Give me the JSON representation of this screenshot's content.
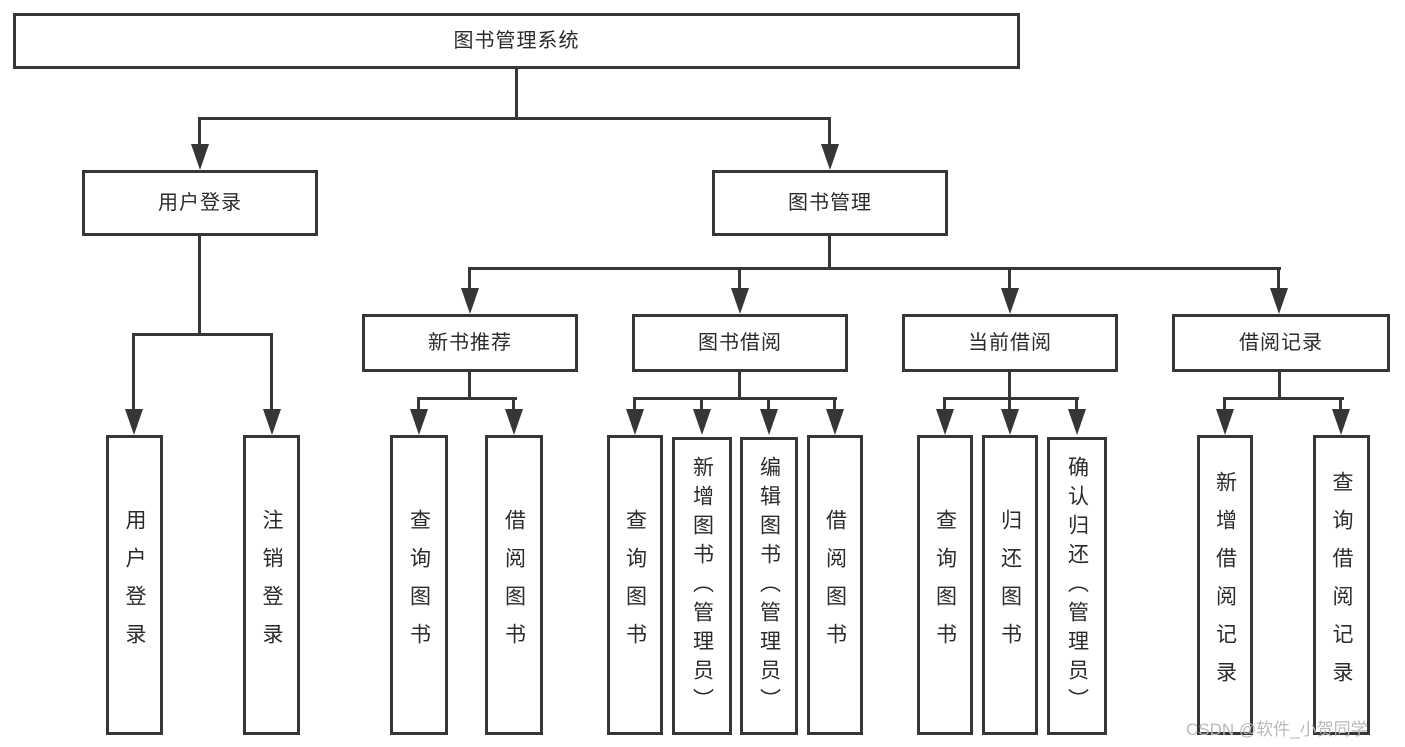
{
  "tree": {
    "root": "图书管理系统",
    "children": [
      {
        "label": "用户登录",
        "children": [
          "用户登录",
          "注销登录"
        ]
      },
      {
        "label": "图书管理",
        "children": [
          {
            "label": "新书推荐",
            "children": [
              "查询图书",
              "借阅图书"
            ]
          },
          {
            "label": "图书借阅",
            "children": [
              "查询图书",
              "新增图书（管理员）",
              "编辑图书（管理员）",
              "借阅图书"
            ]
          },
          {
            "label": "当前借阅",
            "children": [
              "查询图书",
              "归还图书",
              "确认归还（管理员）"
            ]
          },
          {
            "label": "借阅记录",
            "children": [
              "新增借阅记录",
              "查询借阅记录"
            ]
          }
        ]
      }
    ]
  },
  "watermark": {
    "text": "CSDN @软件_小贺同学"
  },
  "colors": {
    "line": "#363636",
    "text": "#2b2b2b",
    "background": "#ffffff",
    "watermark": "#b9b9b9"
  }
}
